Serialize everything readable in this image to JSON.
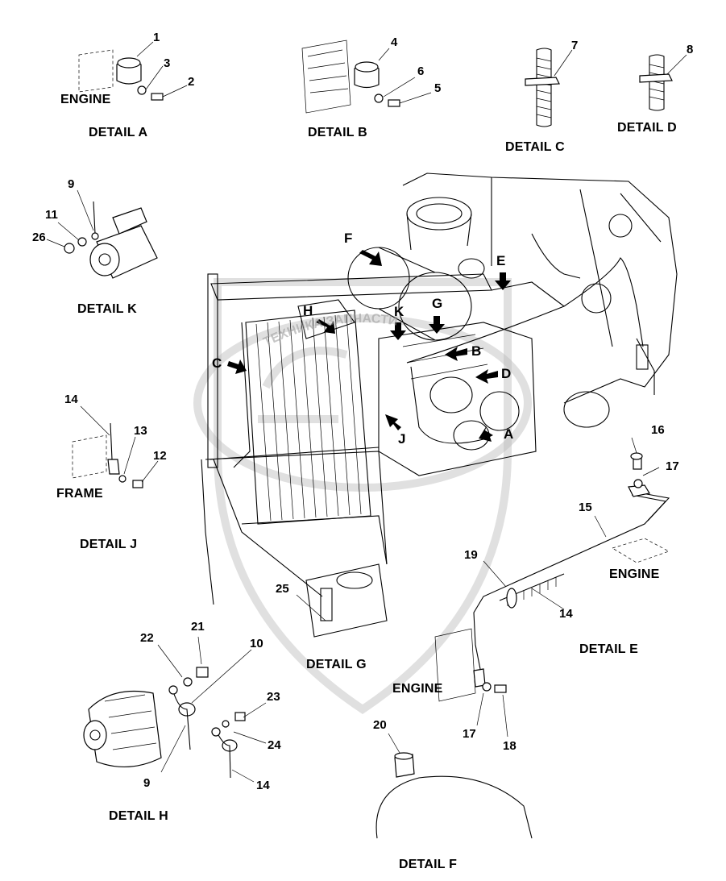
{
  "details": {
    "a": "DETAIL A",
    "b": "DETAIL B",
    "c": "DETAIL C",
    "d": "DETAIL D",
    "e": "DETAIL E",
    "f": "DETAIL F",
    "g": "DETAIL G",
    "h": "DETAIL H",
    "j": "DETAIL J",
    "k": "DETAIL K"
  },
  "words": {
    "engine": "ENGINE",
    "frame": "FRAME"
  },
  "arrows": [
    "F",
    "E",
    "H",
    "K",
    "G",
    "B",
    "C",
    "D",
    "J",
    "A"
  ],
  "callouts": [
    "1",
    "2",
    "3",
    "4",
    "5",
    "6",
    "7",
    "8",
    "9",
    "10",
    "11",
    "12",
    "13",
    "14",
    "15",
    "16",
    "17",
    "18",
    "19",
    "20",
    "21",
    "22",
    "23",
    "24",
    "25",
    "26"
  ],
  "watermark": {
    "text": "ТЕХНИКА ЗАПЧАСТИ"
  }
}
